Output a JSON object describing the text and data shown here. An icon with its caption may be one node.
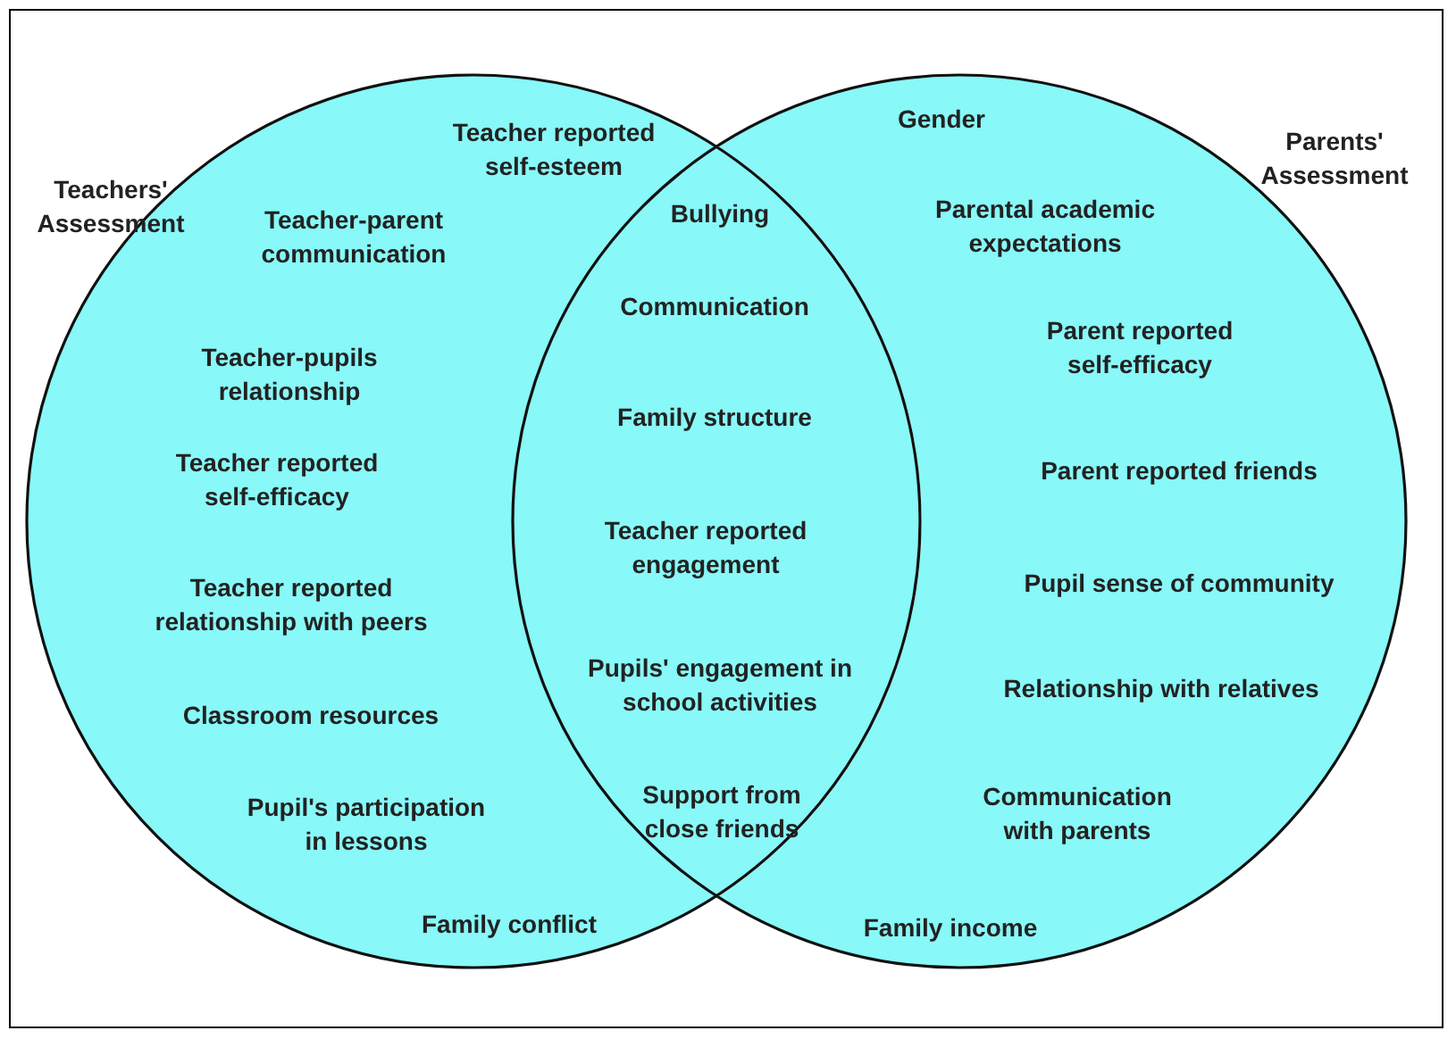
{
  "diagram": {
    "nodes": [
      {
        "text": [
          "Teachers' Assessment"
        ]
      },
      {
        "text": [
          "Parents' Assessment"
        ]
      }
    ],
    "labels": [
      "Teacher reported self-esteem",
      "Gender",
      "Teacher-parent communication",
      "Bullying",
      "Parental academic expectations",
      "Communication",
      "Parent reported self-efficacy",
      "Teacher-pupils relationship",
      "Family structure",
      "Parent reported friends",
      "Teacher reported self-efficacy",
      "Teacher reported engagement",
      "Pupil sense of community",
      "Teacher reported relationship with peers",
      "Pupils' engagement in school activities",
      "Relationship with relatives",
      "Classroom resources",
      "Pupil's participation in lessons",
      "Support from close friends",
      "Communication with parents",
      "Family conflict",
      "Family income"
    ]
  }
}
